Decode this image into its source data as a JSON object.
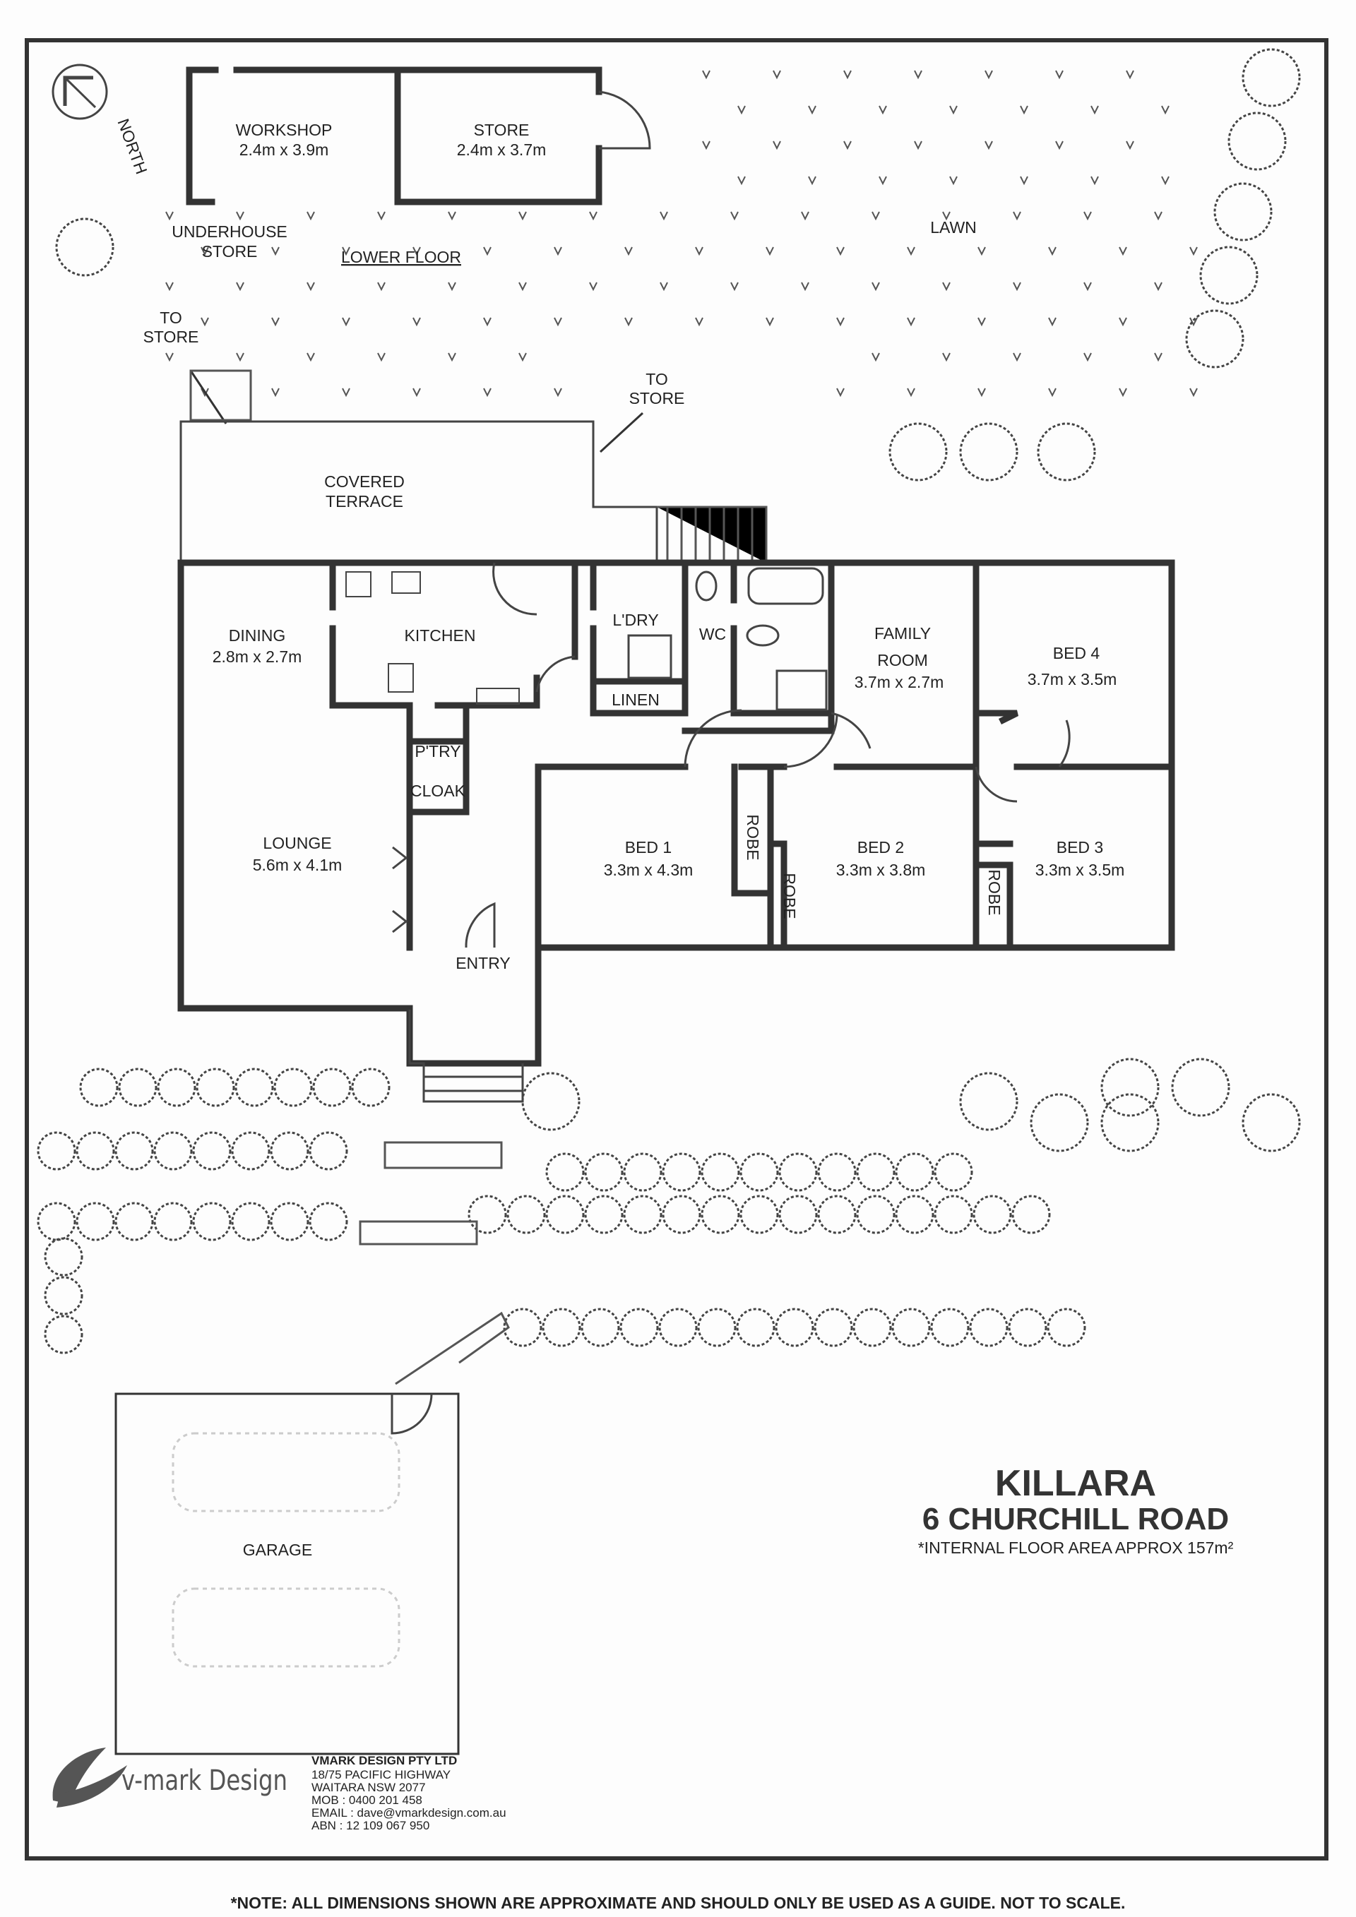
{
  "lower_floor": {
    "heading": "LOWER FLOOR",
    "workshop": {
      "name": "WORKSHOP",
      "size": "2.4m x 3.9m"
    },
    "store": {
      "name": "STORE",
      "size": "2.4m x 3.7m"
    },
    "underhouse_store": [
      "UNDERHOUSE",
      "STORE"
    ]
  },
  "site": {
    "north": "NORTH",
    "lawn": "LAWN",
    "to_store_left": [
      "TO",
      "STORE"
    ],
    "to_store_right": [
      "TO",
      "STORE"
    ],
    "covered_terrace": [
      "COVERED",
      "TERRACE"
    ],
    "garage": "GARAGE"
  },
  "rooms": {
    "dining": {
      "name": "DINING",
      "size": "2.8m x 2.7m"
    },
    "kitchen": {
      "name": "KITCHEN"
    },
    "laundry": {
      "name": "L'DRY"
    },
    "wc": {
      "name": "WC"
    },
    "linen": {
      "name": "LINEN"
    },
    "family": {
      "name": [
        "FAMILY",
        "ROOM"
      ],
      "size": "3.7m x 2.7m"
    },
    "bed4": {
      "name": "BED 4",
      "size": "3.7m x 3.5m"
    },
    "pantry": {
      "name": "P'TRY"
    },
    "cloak": {
      "name": "CLOAK"
    },
    "lounge": {
      "name": "LOUNGE",
      "size": "5.6m x 4.1m"
    },
    "bed1": {
      "name": "BED 1",
      "size": "3.3m x 4.3m"
    },
    "bed2": {
      "name": "BED 2",
      "size": "3.3m x 3.8m"
    },
    "bed3": {
      "name": "BED 3",
      "size": "3.3m x 3.5m"
    },
    "robe1": "ROBE",
    "robe2": "ROBE",
    "robe3": "ROBE",
    "entry": {
      "name": "ENTRY"
    }
  },
  "title": {
    "suburb": "KILLARA",
    "address": "6 CHURCHILL ROAD",
    "area": "*INTERNAL FLOOR AREA APPROX 157m²"
  },
  "company": {
    "logo_text": "v-mark Design",
    "name": "VMARK DESIGN PTY LTD",
    "address1": "18/75 PACIFIC HIGHWAY",
    "address2": "WAITARA NSW 2077",
    "mobile": "MOB : 0400 201 458",
    "email": "EMAIL : dave@vmarkdesign.com.au",
    "abn": "ABN : 12 109 067 950"
  },
  "note": "*NOTE: ALL DIMENSIONS SHOWN ARE APPROXIMATE AND SHOULD ONLY BE USED AS A GUIDE. NOT TO SCALE.",
  "colors": {
    "ink": "#333333",
    "paper": "#fdfdfd"
  }
}
